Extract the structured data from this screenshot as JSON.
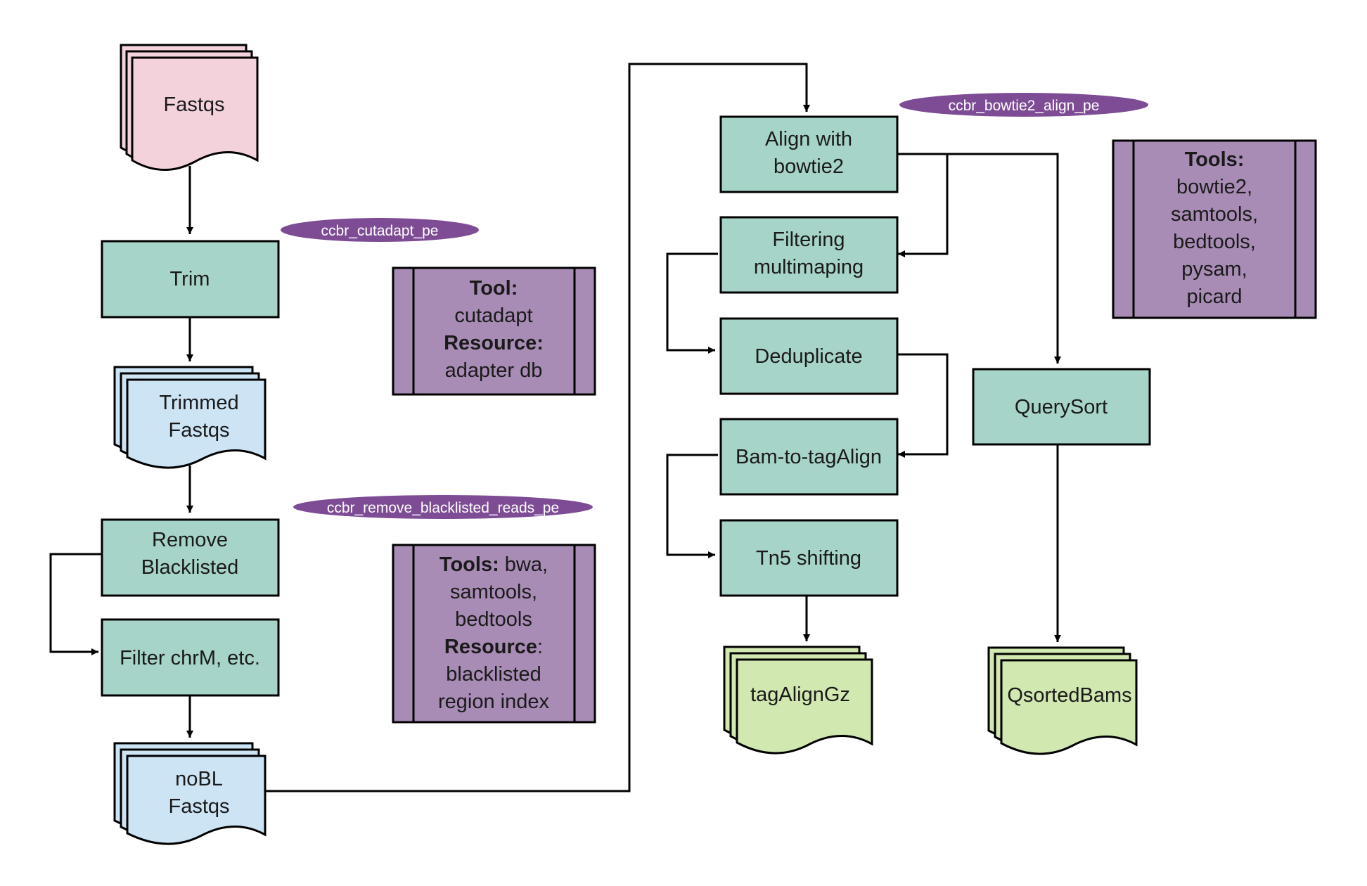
{
  "colors": {
    "process": "#a7d4c8",
    "tool_panel": "#a88cb5",
    "pill": "#7e4c95",
    "input_file": "#f3d2dc",
    "intermediate_file": "#cde4f5",
    "output_file": "#d2e8b1"
  },
  "files": {
    "fastqs": "Fastqs",
    "trimmed_line1": "Trimmed",
    "trimmed_line2": "Fastqs",
    "nobl_line1": "noBL",
    "nobl_line2": "Fastqs",
    "tagaligngz": "tagAlignGz",
    "qsortedbams": "QsortedBams"
  },
  "steps": {
    "trim": "Trim",
    "remove_bl_line1": "Remove",
    "remove_bl_line2": "Blacklisted",
    "filter_chrm": "Filter chrM, etc.",
    "align_line1": "Align with",
    "align_line2": "bowtie2",
    "filter_multi_line1": "Filtering",
    "filter_multi_line2": "multimaping",
    "deduplicate": "Deduplicate",
    "bam_to_tagalign": "Bam-to-tagAlign",
    "tn5_shifting": "Tn5 shifting",
    "querysort": "QuerySort"
  },
  "rules": {
    "cutadapt": "ccbr_cutadapt_pe",
    "remove_blacklisted": "ccbr_remove_blacklisted_reads_pe",
    "bowtie2_align": "ccbr_bowtie2_align_pe"
  },
  "panels": {
    "cutadapt": {
      "tool_label": "Tool:",
      "tool": "cutadapt",
      "resource_label": "Resource:",
      "resource": "adapter db"
    },
    "blacklist": {
      "tools_label": "Tools:",
      "tools_1": " bwa,",
      "tools_2": "samtools,",
      "tools_3": "bedtools",
      "resource_label": "Resource",
      "resource_colon": ":",
      "resource_1": "blacklisted",
      "resource_2": "region index"
    },
    "bowtie2": {
      "tools_label": "Tools:",
      "tools_1": "bowtie2,",
      "tools_2": "samtools,",
      "tools_3": "bedtools,",
      "tools_4": "pysam,",
      "tools_5": "picard"
    }
  }
}
